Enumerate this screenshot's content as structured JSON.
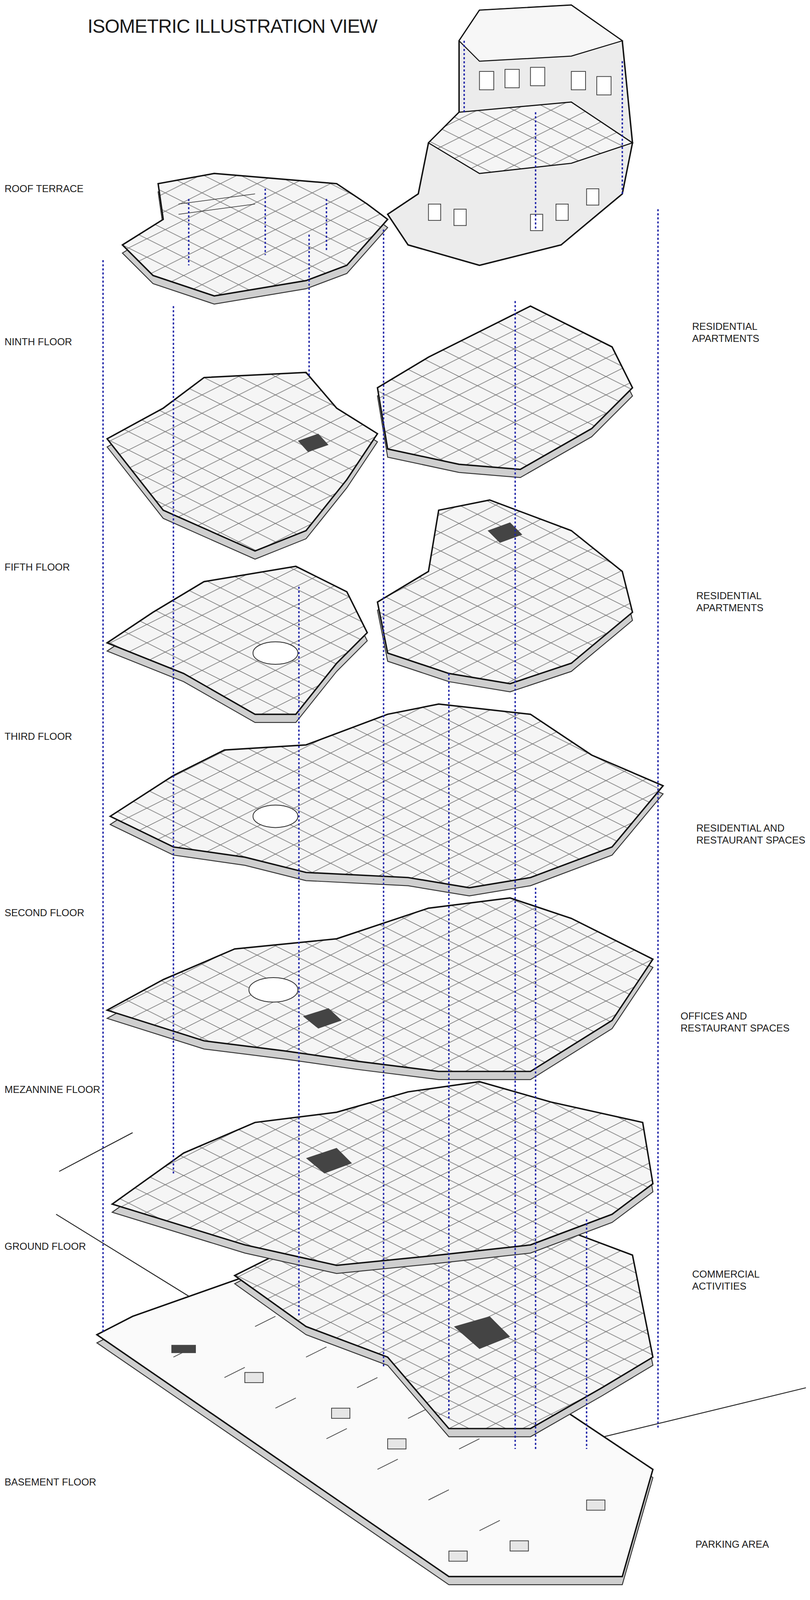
{
  "diagram": {
    "title": "ISOMETRIC ILLUSTRATION VIEW",
    "labels": [
      "ROOF TERRACE",
      "NINTH FLOOR",
      "FIFTH FLOOR",
      "THIRD FLOOR",
      "SECOND FLOOR",
      "MEZANNINE FLOOR",
      "GROUND FLOOR",
      "BASEMENT FLOOR",
      "RESIDENTIAL APARTMENTS",
      "RESIDENTIAL APARTMENTS",
      "RESIDENTIAL AND RESTAURANT SPACES",
      "OFFICES AND RESTAURANT SPACES",
      "COMMERCIAL ACTIVITIES",
      "PARKING AREA"
    ]
  }
}
